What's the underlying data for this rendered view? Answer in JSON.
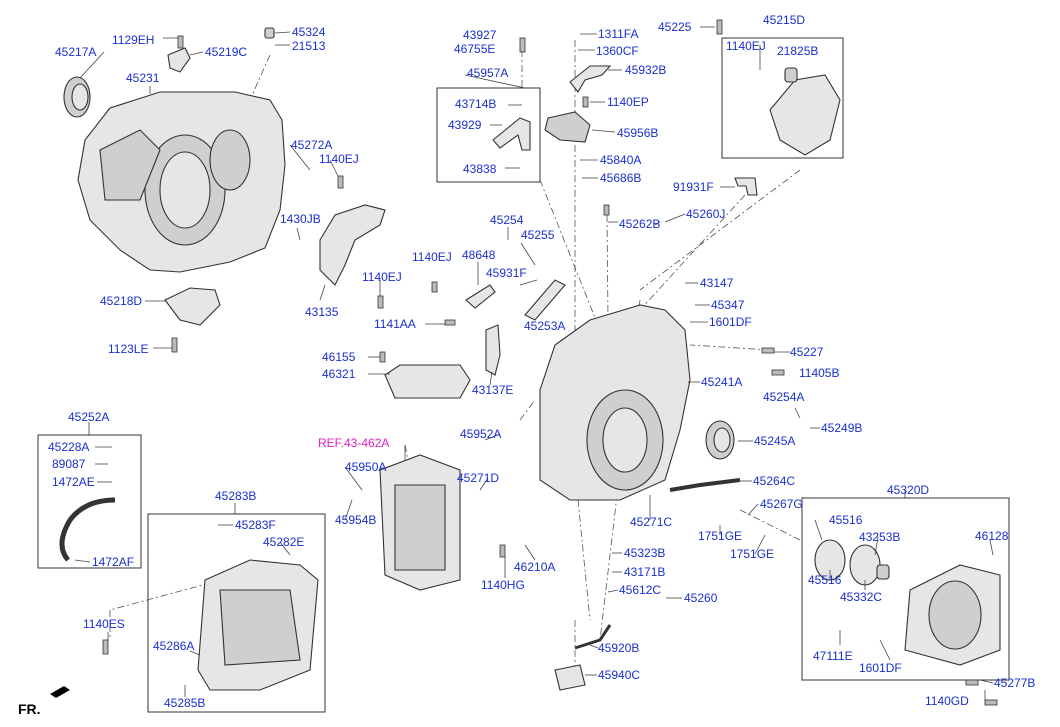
{
  "diagram": {
    "ref_label": "REF.43-462A",
    "fr_label": "FR.",
    "labels": {
      "p45217A": "45217A",
      "p1129EH": "1129EH",
      "p45219C": "45219C",
      "p45324": "45324",
      "p21513": "21513",
      "p45231": "45231",
      "p45272A": "45272A",
      "p1140EJ_a": "1140EJ",
      "p1430JB": "1430JB",
      "p1140EJ_b": "1140EJ",
      "p45218D": "45218D",
      "p43135": "43135",
      "p1123LE": "1123LE",
      "p43927": "43927",
      "p46755E": "46755E",
      "p45957A": "45957A",
      "p43714B": "43714B",
      "p43929": "43929",
      "p43838": "43838",
      "p1311FA": "1311FA",
      "p1360CF": "1360CF",
      "p45932B": "45932B",
      "p1140EP": "1140EP",
      "p45956B": "45956B",
      "p45840A": "45840A",
      "p45686B": "45686B",
      "p45225": "45225",
      "p45215D": "45215D",
      "p1140EJ_c": "1140EJ",
      "p21825B": "21825B",
      "p91931F": "91931F",
      "p45262B": "45262B",
      "p45260J": "45260J",
      "p45254": "45254",
      "p45255": "45255",
      "p1140EJ_d": "1140EJ",
      "p48648": "48648",
      "p45931F": "45931F",
      "p45253A": "45253A",
      "p43147": "43147",
      "p45347": "45347",
      "p1601DF_a": "1601DF",
      "p1141AA": "1141AA",
      "p46155": "46155",
      "p46321": "46321",
      "p43137E": "43137E",
      "p45227": "45227",
      "p11405B": "11405B",
      "p45241A": "45241A",
      "p45254A": "45254A",
      "p45249B": "45249B",
      "p45245A": "45245A",
      "p45252A": "45252A",
      "p45228A": "45228A",
      "p89087": "89087",
      "p1472AE": "1472AE",
      "p1472AF": "1472AF",
      "p45952A": "45952A",
      "p45950A": "45950A",
      "p45271D": "45271D",
      "p45954B": "45954B",
      "p45264C": "45264C",
      "p45267G": "45267G",
      "p45271C": "45271C",
      "p1751GE_a": "1751GE",
      "p1751GE_b": "1751GE",
      "p45283B": "45283B",
      "p45283F": "45283F",
      "p45282E": "45282E",
      "p45323B": "45323B",
      "p43171B": "43171B",
      "p46210A": "46210A",
      "p1140HG": "1140HG",
      "p45612C": "45612C",
      "p45260": "45260",
      "p45320D": "45320D",
      "p45516_a": "45516",
      "p45516_b": "45516",
      "p43253B": "43253B",
      "p46128": "46128",
      "p45332C": "45332C",
      "p47111E": "47111E",
      "p1601DF_b": "1601DF",
      "p45277B": "45277B",
      "p1140GD": "1140GD",
      "p1140ES": "1140ES",
      "p45286A": "45286A",
      "p45285B": "45285B",
      "p45920B": "45920B",
      "p45940C": "45940C"
    }
  }
}
